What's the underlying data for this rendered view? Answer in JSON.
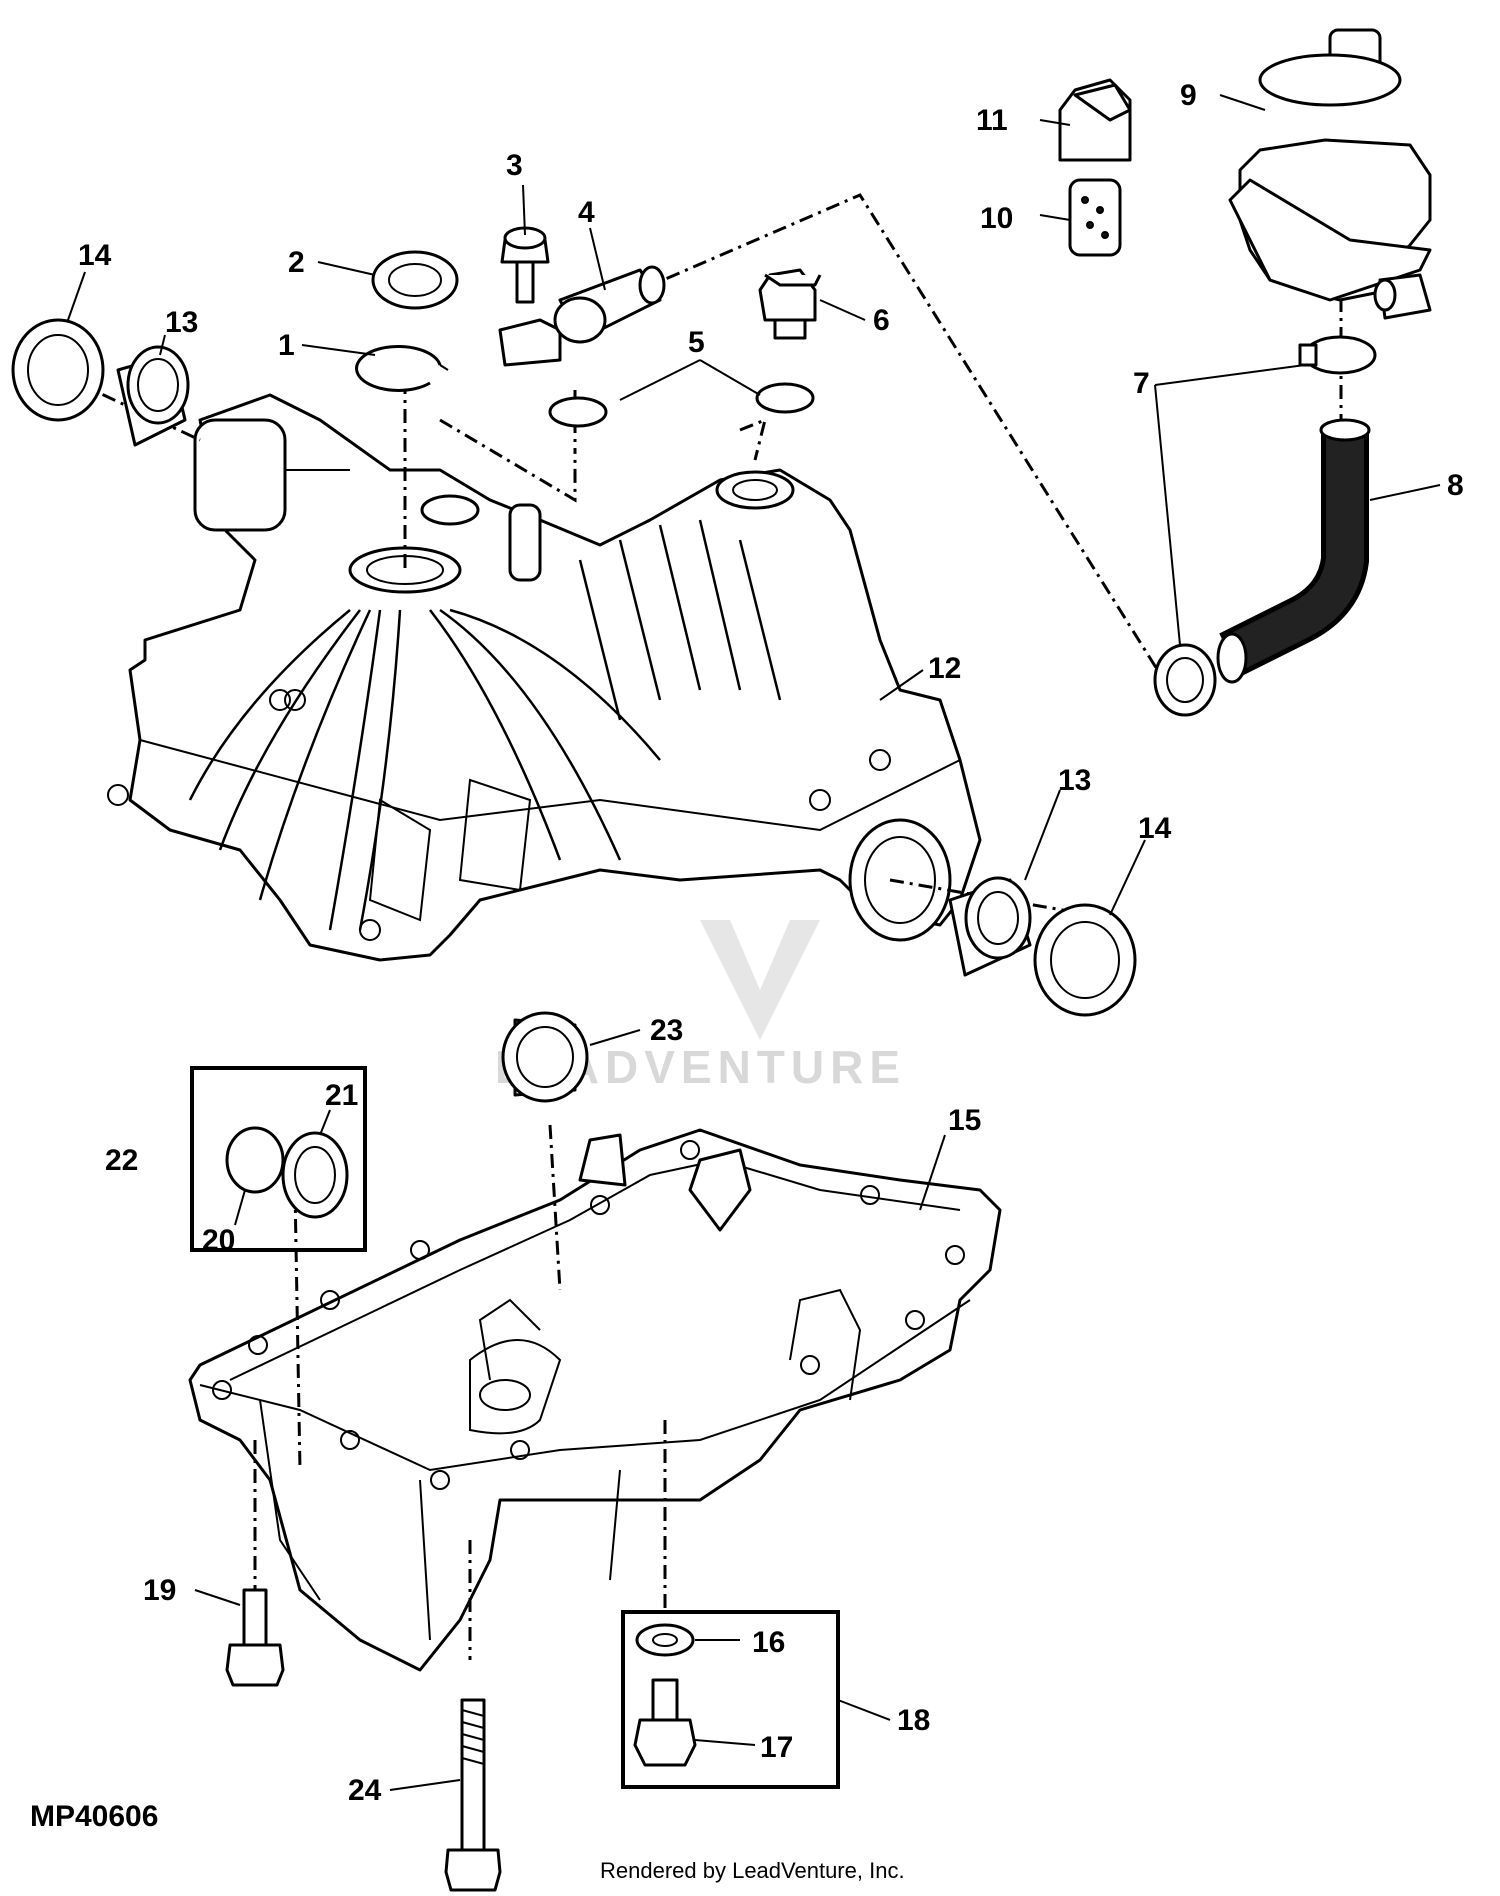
{
  "figure_code": "MP40606",
  "credit": "Rendered by LeadVenture, Inc.",
  "watermark": "LEADVENTURE",
  "callouts": {
    "c1": "1",
    "c2": "2",
    "c3": "3",
    "c4": "4",
    "c5": "5",
    "c6": "6",
    "c7": "7",
    "c8": "8",
    "c9": "9",
    "c10": "10",
    "c11": "11",
    "c12": "12",
    "c13a": "13",
    "c13b": "13",
    "c14a": "14",
    "c14b": "14",
    "c15": "15",
    "c16": "16",
    "c17": "17",
    "c18": "18",
    "c19": "19",
    "c20": "20",
    "c21": "21",
    "c22": "22",
    "c23": "23",
    "c24": "24"
  }
}
